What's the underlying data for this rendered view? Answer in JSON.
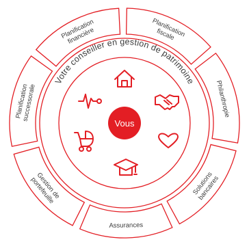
{
  "center": {
    "label": "Vous"
  },
  "ring_text": "Votre conseiller en gestion de patrimoine",
  "segments": [
    {
      "lines": [
        "Planification",
        "successorale"
      ]
    },
    {
      "lines": [
        "Planification",
        "financière"
      ]
    },
    {
      "lines": [
        "Planification",
        "fiscale"
      ]
    },
    {
      "lines": [
        "Philanthropie"
      ]
    },
    {
      "lines": [
        "Solutions",
        "bancaires"
      ]
    },
    {
      "lines": [
        "Assurances"
      ]
    },
    {
      "lines": [
        "Gestion de",
        "portefeuille"
      ]
    }
  ],
  "icons": [
    "house-icon",
    "handshake-icon",
    "heart-icon",
    "graduation-cap-icon",
    "baby-stroller-icon",
    "heartbeat-icon"
  ],
  "colors": {
    "accent": "#e31e24",
    "text": "#3b3b3b",
    "outline": "#e31e24"
  }
}
